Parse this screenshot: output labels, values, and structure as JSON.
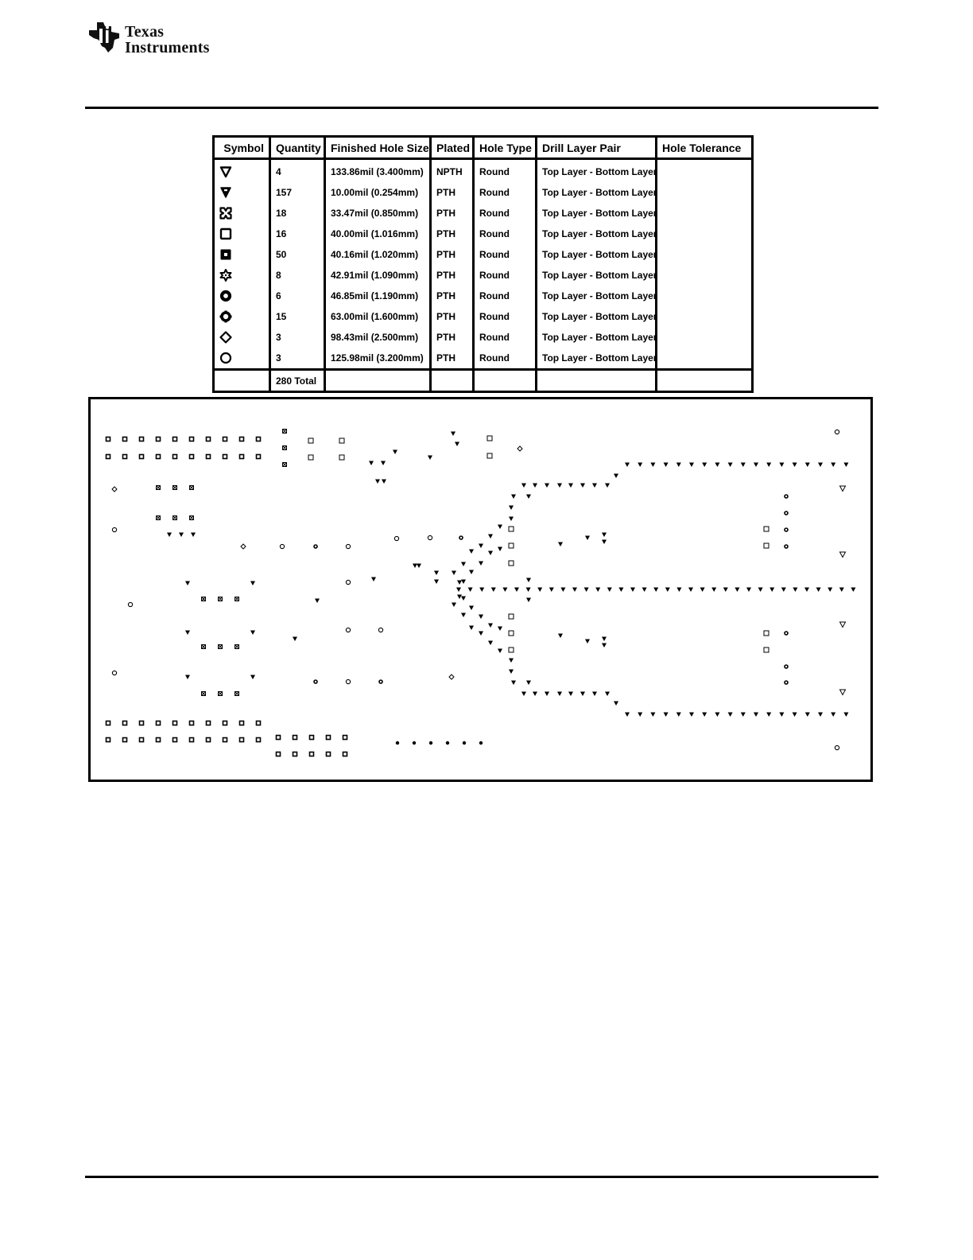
{
  "header": {
    "logo_line1": "Texas",
    "logo_line2": "Instruments"
  },
  "table": {
    "headers": [
      "Symbol",
      "Quantity",
      "Finished Hole Size",
      "Plated",
      "Hole Type",
      "Drill Layer Pair",
      "Hole Tolerance"
    ],
    "rows": [
      {
        "symbol": "triangle-outline-icon",
        "quantity": "4",
        "size": "133.86mil (3.400mm)",
        "plated": "NPTH",
        "hole_type": "Round",
        "layer_pair": "Top Layer - Bottom Layer",
        "tolerance": ""
      },
      {
        "symbol": "triangle-filled-icon",
        "quantity": "157",
        "size": "10.00mil (0.254mm)",
        "plated": "PTH",
        "hole_type": "Round",
        "layer_pair": "Top Layer - Bottom Layer",
        "tolerance": ""
      },
      {
        "symbol": "cross-square-icon",
        "quantity": "18",
        "size": "33.47mil (0.850mm)",
        "plated": "PTH",
        "hole_type": "Round",
        "layer_pair": "Top Layer - Bottom Layer",
        "tolerance": ""
      },
      {
        "symbol": "square-outline-icon",
        "quantity": "16",
        "size": "40.00mil (1.016mm)",
        "plated": "PTH",
        "hole_type": "Round",
        "layer_pair": "Top Layer - Bottom Layer",
        "tolerance": ""
      },
      {
        "symbol": "square-dot-icon",
        "quantity": "50",
        "size": "40.16mil (1.020mm)",
        "plated": "PTH",
        "hole_type": "Round",
        "layer_pair": "Top Layer - Bottom Layer",
        "tolerance": ""
      },
      {
        "symbol": "star-icon",
        "quantity": "8",
        "size": "42.91mil (1.090mm)",
        "plated": "PTH",
        "hole_type": "Round",
        "layer_pair": "Top Layer - Bottom Layer",
        "tolerance": ""
      },
      {
        "symbol": "ring-thick-icon",
        "quantity": "6",
        "size": "46.85mil (1.190mm)",
        "plated": "PTH",
        "hole_type": "Round",
        "layer_pair": "Top Layer - Bottom Layer",
        "tolerance": ""
      },
      {
        "symbol": "gear-ring-icon",
        "quantity": "15",
        "size": "63.00mil (1.600mm)",
        "plated": "PTH",
        "hole_type": "Round",
        "layer_pair": "Top Layer - Bottom Layer",
        "tolerance": ""
      },
      {
        "symbol": "diamond-outline-icon",
        "quantity": "3",
        "size": "98.43mil (2.500mm)",
        "plated": "PTH",
        "hole_type": "Round",
        "layer_pair": "Top Layer - Bottom Layer",
        "tolerance": ""
      },
      {
        "symbol": "circle-outline-icon",
        "quantity": "3",
        "size": "125.98mil (3.200mm)",
        "plated": "PTH",
        "hole_type": "Round",
        "layer_pair": "Top Layer - Bottom Layer",
        "tolerance": ""
      }
    ],
    "total": "280 Total"
  }
}
